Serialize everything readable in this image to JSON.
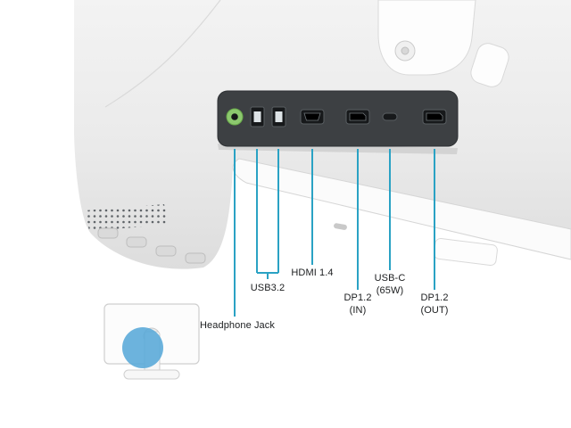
{
  "figure": {
    "colors": {
      "callout_line": "#2aa2c4",
      "highlight_circle": "#58a8d8",
      "audio_jack_green": "#8cc86e",
      "recess": "#3d4043",
      "text": "#1b1d1f"
    },
    "ports": [
      "headphone-jack",
      "usb-a",
      "usb-a",
      "hdmi",
      "displayport-in",
      "usb-c",
      "displayport-out"
    ],
    "callouts": {
      "headphone": {
        "label": "Headphone Jack"
      },
      "usb": {
        "label": "USB3.2"
      },
      "hdmi": {
        "label": "HDMI 1.4"
      },
      "dp_in": {
        "line1": "DP1.2",
        "line2": "(IN)"
      },
      "usb_c": {
        "line1": "USB-C",
        "line2": "(65W)"
      },
      "dp_out": {
        "line1": "DP1.2",
        "line2": "(OUT)"
      }
    }
  }
}
